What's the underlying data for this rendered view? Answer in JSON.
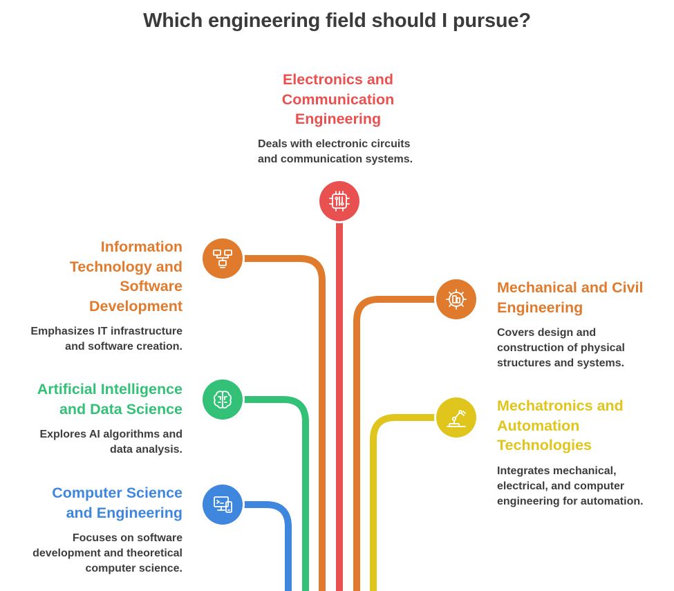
{
  "title": "Which engineering field should I pursue?",
  "colors": {
    "ece": "#e8514f",
    "it": "#e07b2e",
    "mech": "#e07b2e",
    "ai": "#33c077",
    "mecha": "#dfc51c",
    "cs": "#3f86df"
  },
  "fields": {
    "ece": {
      "heading": [
        "Electronics and",
        "Communication",
        "Engineering"
      ],
      "desc": [
        "Deals with electronic circuits",
        "and communication systems."
      ],
      "icon": "circuit-board-icon"
    },
    "it": {
      "heading": [
        "Information",
        "Technology and",
        "Software",
        "Development"
      ],
      "desc": [
        "Emphasizes IT infrastructure",
        "and software creation."
      ],
      "icon": "network-computers-icon"
    },
    "mech": {
      "heading": [
        "Mechanical and Civil",
        "Engineering"
      ],
      "desc": [
        "Covers design and",
        "construction of physical",
        "structures and systems."
      ],
      "icon": "gear-building-icon"
    },
    "ai": {
      "heading": [
        "Artificial Intelligence",
        "and Data Science"
      ],
      "desc": [
        "Explores AI algorithms and",
        "data analysis."
      ],
      "icon": "brain-circuit-icon"
    },
    "mecha": {
      "heading": [
        "Mechatronics and",
        "Automation",
        "Technologies"
      ],
      "desc": [
        "Integrates mechanical,",
        "electrical, and computer",
        "engineering for automation."
      ],
      "icon": "robot-arm-icon"
    },
    "cs": {
      "heading": [
        "Computer Science",
        "and Engineering"
      ],
      "desc": [
        "Focuses on software",
        "development and theoretical",
        "computer science."
      ],
      "icon": "computer-screen-icon"
    }
  }
}
